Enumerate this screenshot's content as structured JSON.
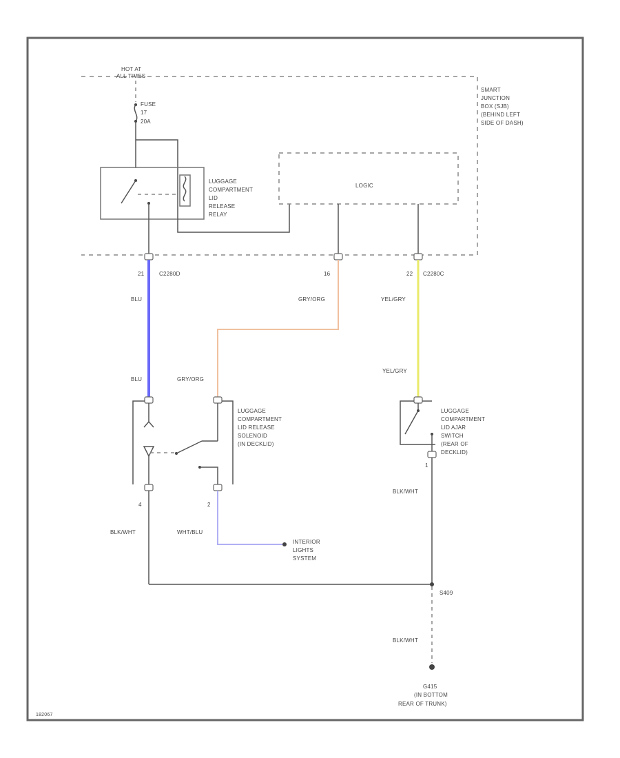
{
  "colors": {
    "blu": "#6a6af8",
    "gry_org": "#f0c0a0",
    "yel_gry": "#e9ea6a",
    "wht_blu": "#b0b0f4",
    "frame": "#666666",
    "wire": "#555555"
  },
  "labels": {
    "hot_at_all_times_1": "HOT AT",
    "hot_at_all_times_2": "ALL TIMES",
    "fuse_1": "FUSE",
    "fuse_2": "17",
    "fuse_3": "20A",
    "sjb_1": "SMART",
    "sjb_2": "JUNCTION",
    "sjb_3": "BOX (SJB)",
    "sjb_4": "(BEHIND LEFT",
    "sjb_5": "SIDE OF DASH)",
    "relay_1": "LUGGAGE",
    "relay_2": "COMPARTMENT",
    "relay_3": "LID",
    "relay_4": "RELEASE",
    "relay_5": "RELAY",
    "logic": "LOGIC",
    "pin_21": "21",
    "conn_c2280d": "C2280D",
    "pin_16": "16",
    "pin_22": "22",
    "conn_c2280c": "C2280C",
    "wire_blu_1": "BLU",
    "wire_gryorg_1": "GRY/ORG",
    "wire_yelgry_1": "YEL/GRY",
    "wire_blu_2": "BLU",
    "wire_gryorg_2": "GRY/ORG",
    "wire_yelgry_2": "YEL/GRY",
    "solenoid_1": "LUGGAGE",
    "solenoid_2": "COMPARTMENT",
    "solenoid_3": "LID RELEASE",
    "solenoid_4": "SOLENOID",
    "solenoid_5": "(IN DECKLID)",
    "ajar_1": "LUGGAGE",
    "ajar_2": "COMPARTMENT",
    "ajar_3": "LID AJAR",
    "ajar_4": "SWITCH",
    "ajar_5": "(REAR OF",
    "ajar_6": "DECKLID)",
    "pin_4": "4",
    "pin_2": "2",
    "pin_1": "1",
    "wire_blkwht_1": "BLK/WHT",
    "wire_whtblu": "WHT/BLU",
    "wire_blkwht_2": "BLK/WHT",
    "interior_1": "INTERIOR",
    "interior_2": "LIGHTS",
    "interior_3": "SYSTEM",
    "splice": "S409",
    "wire_blkwht_3": "BLK/WHT",
    "ground_1": "G415",
    "ground_2": "(IN BOTTOM",
    "ground_3": "REAR OF TRUNK)",
    "corner_id": "182067"
  }
}
